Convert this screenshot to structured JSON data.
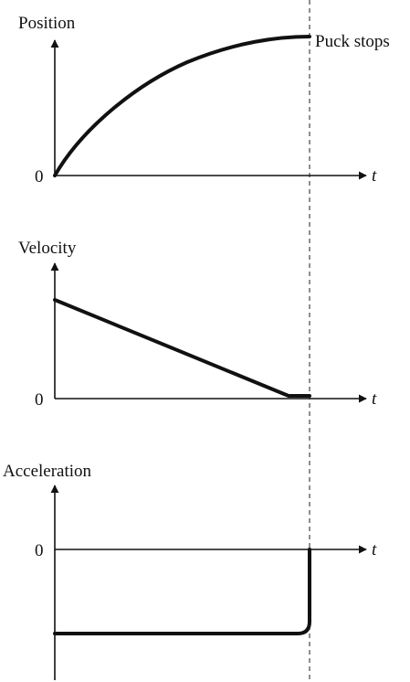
{
  "chart_data": [
    {
      "type": "line",
      "ylabel": "Position",
      "xlabel": "t",
      "y_tick": "0",
      "annotation": "Puck stops",
      "curve": "concave-increasing"
    },
    {
      "type": "line",
      "ylabel": "Velocity",
      "xlabel": "t",
      "y_tick": "0",
      "curve": "linear-decreasing-then-zero"
    },
    {
      "type": "line",
      "ylabel": "Acceleration",
      "xlabel": "t",
      "y_tick": "0",
      "curve": "constant-negative-then-zero"
    }
  ],
  "colors": {
    "ink": "#111111",
    "background": "#ffffff"
  }
}
